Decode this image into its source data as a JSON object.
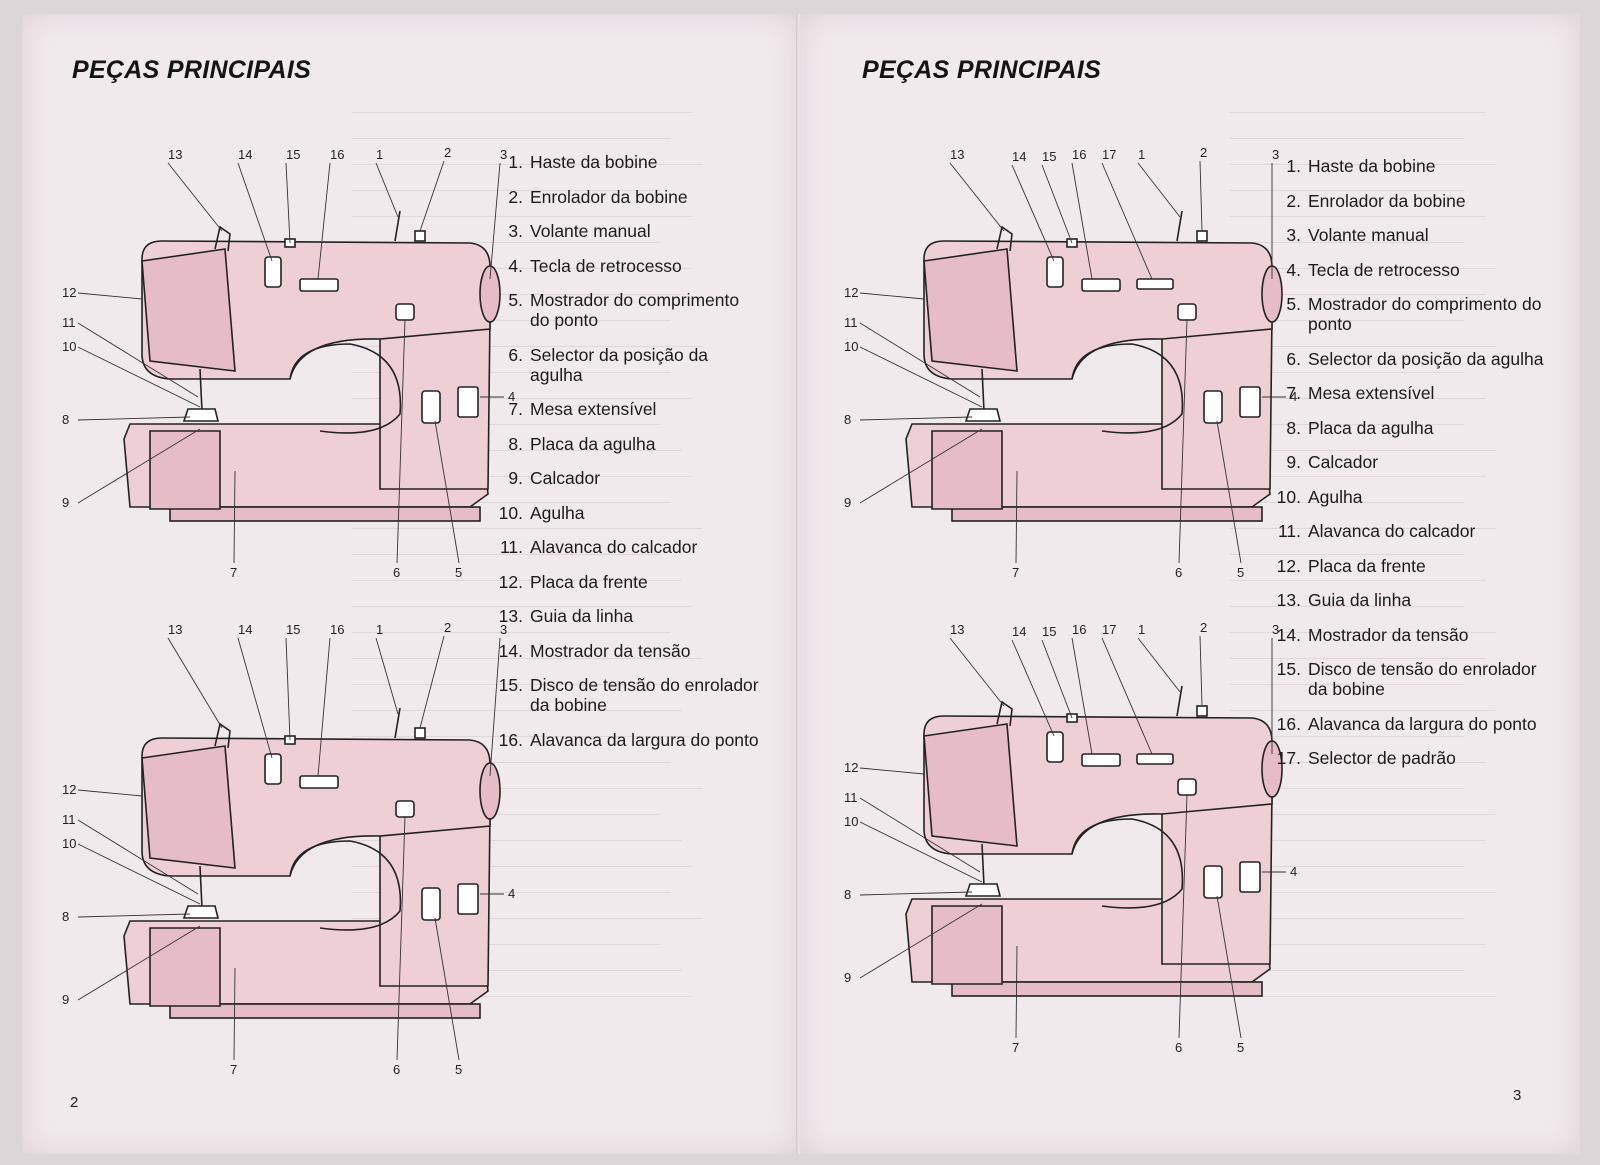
{
  "left_page": {
    "title": "PEÇAS PRINCIPAIS",
    "page_number": "2",
    "parts": [
      {
        "num": "1.",
        "label": "Haste da bobine"
      },
      {
        "num": "2.",
        "label": "Enrolador da bobine"
      },
      {
        "num": "3.",
        "label": "Volante manual"
      },
      {
        "num": "4.",
        "label": "Tecla de retrocesso"
      },
      {
        "num": "5.",
        "label": "Mostrador do comprimento do ponto"
      },
      {
        "num": "6.",
        "label": "Selector da posição da agulha"
      },
      {
        "num": "7.",
        "label": "Mesa extensível"
      },
      {
        "num": "8.",
        "label": "Placa da agulha"
      },
      {
        "num": "9.",
        "label": "Calcador"
      },
      {
        "num": "10.",
        "label": "Agulha"
      },
      {
        "num": "11.",
        "label": "Alavanca do calcador"
      },
      {
        "num": "12.",
        "label": "Placa da frente"
      },
      {
        "num": "13.",
        "label": "Guia da linha"
      },
      {
        "num": "14.",
        "label": "Mostrador da tensão"
      },
      {
        "num": "15.",
        "label": "Disco de tensão do enrolador da bobine"
      },
      {
        "num": "16.",
        "label": "Alavanca da largura do ponto"
      }
    ],
    "diagram_top": {
      "callouts": [
        "13",
        "14",
        "15",
        "16",
        "1",
        "2",
        "3",
        "12",
        "11",
        "10",
        "8",
        "9",
        "7",
        "6",
        "5",
        "4"
      ]
    },
    "diagram_bottom": {
      "callouts": [
        "13",
        "14",
        "15",
        "16",
        "1",
        "2",
        "3",
        "12",
        "11",
        "10",
        "8",
        "9",
        "7",
        "6",
        "5",
        "4"
      ]
    }
  },
  "right_page": {
    "title": "PEÇAS PRINCIPAIS",
    "page_number": "3",
    "parts": [
      {
        "num": "1.",
        "label": "Haste da bobine"
      },
      {
        "num": "2.",
        "label": "Enrolador da bobine"
      },
      {
        "num": "3.",
        "label": "Volante manual"
      },
      {
        "num": "4.",
        "label": "Tecla de retrocesso"
      },
      {
        "num": "5.",
        "label": "Mostrador do comprimento do ponto"
      },
      {
        "num": "6.",
        "label": "Selector da posição da agulha"
      },
      {
        "num": "7.",
        "label": "Mesa extensível"
      },
      {
        "num": "8.",
        "label": "Placa da agulha"
      },
      {
        "num": "9.",
        "label": "Calcador"
      },
      {
        "num": "10.",
        "label": "Agulha"
      },
      {
        "num": "11.",
        "label": "Alavanca do calcador"
      },
      {
        "num": "12.",
        "label": "Placa da frente"
      },
      {
        "num": "13.",
        "label": "Guia da linha"
      },
      {
        "num": "14.",
        "label": "Mostrador da tensão"
      },
      {
        "num": "15.",
        "label": "Disco de tensão do enrolador da bobine"
      },
      {
        "num": "16.",
        "label": "Alavanca da largura do ponto"
      },
      {
        "num": "17.",
        "label": "Selector de padrão"
      }
    ],
    "diagram_top": {
      "callouts": [
        "13",
        "14",
        "15",
        "16",
        "17",
        "1",
        "2",
        "3",
        "12",
        "11",
        "10",
        "8",
        "9",
        "7",
        "6",
        "5",
        "4"
      ]
    },
    "diagram_bottom": {
      "callouts": [
        "13",
        "14",
        "15",
        "16",
        "17",
        "1",
        "2",
        "3",
        "12",
        "11",
        "10",
        "8",
        "9",
        "7",
        "6",
        "5",
        "4"
      ]
    }
  },
  "colors": {
    "paper": "#f1eaed",
    "machine_fill": "#efcfd6",
    "machine_shade": "#e6bcc6",
    "ink": "#1c1c1c"
  }
}
